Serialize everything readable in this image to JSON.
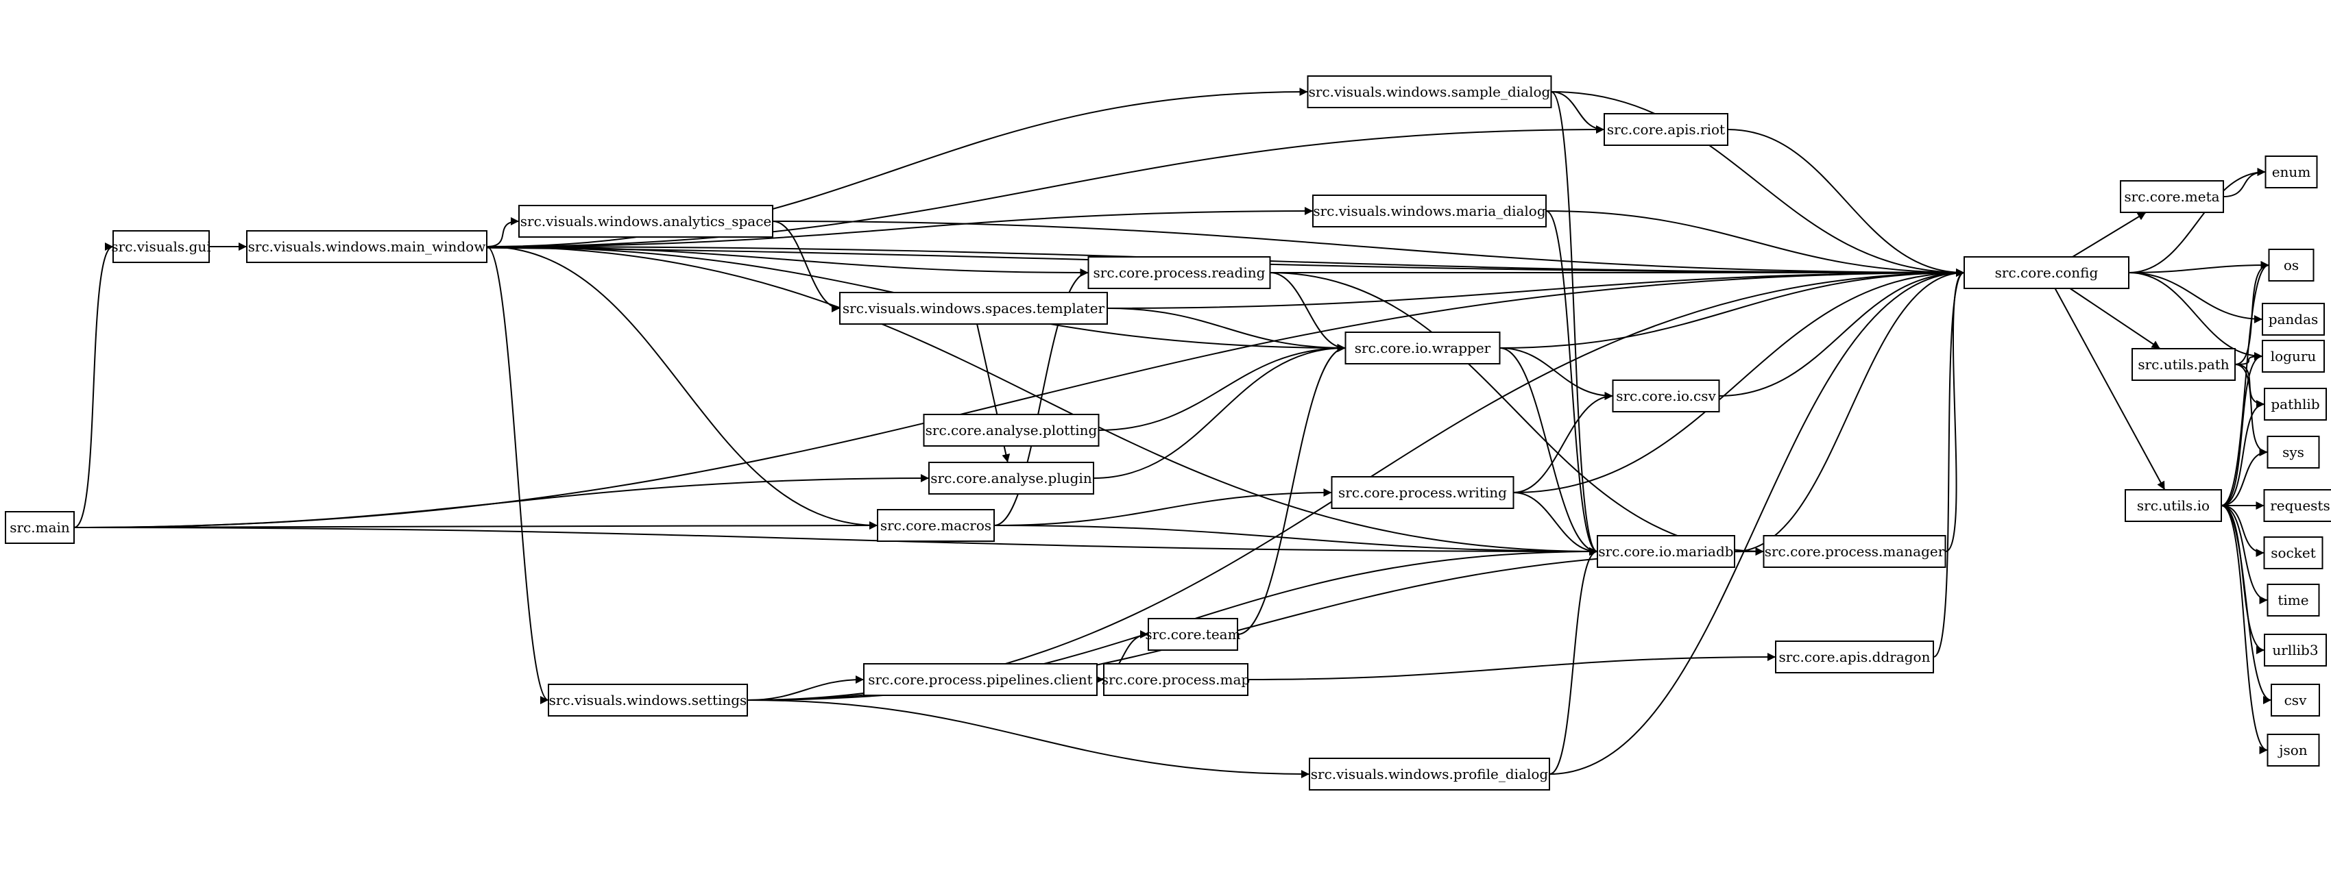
{
  "graph": {
    "nodes": [
      {
        "id": "main",
        "label": "src.main"
      },
      {
        "id": "gui",
        "label": "src.visuals.gui"
      },
      {
        "id": "main_window",
        "label": "src.visuals.windows.main_window"
      },
      {
        "id": "analytics_space",
        "label": "src.visuals.windows.analytics_space"
      },
      {
        "id": "sample_dialog",
        "label": "src.visuals.windows.sample_dialog"
      },
      {
        "id": "maria_dialog",
        "label": "src.visuals.windows.maria_dialog"
      },
      {
        "id": "templater",
        "label": "src.visuals.windows.spaces.templater"
      },
      {
        "id": "settings",
        "label": "src.visuals.windows.settings"
      },
      {
        "id": "profile_dialog",
        "label": "src.visuals.windows.profile_dialog"
      },
      {
        "id": "reading",
        "label": "src.core.process.reading"
      },
      {
        "id": "plotting",
        "label": "src.core.analyse.plotting"
      },
      {
        "id": "plugin",
        "label": "src.core.analyse.plugin"
      },
      {
        "id": "macros",
        "label": "src.core.macros"
      },
      {
        "id": "wrapper",
        "label": "src.core.io.wrapper"
      },
      {
        "id": "writing",
        "label": "src.core.process.writing"
      },
      {
        "id": "team",
        "label": "src.core.team"
      },
      {
        "id": "pipelines_client",
        "label": "src.core.process.pipelines.client"
      },
      {
        "id": "process_map",
        "label": "src.core.process.map"
      },
      {
        "id": "riot",
        "label": "src.core.apis.riot"
      },
      {
        "id": "csvmod",
        "label": "src.core.io.csv"
      },
      {
        "id": "mariadb",
        "label": "src.core.io.mariadb"
      },
      {
        "id": "manager",
        "label": "src.core.process.manager"
      },
      {
        "id": "ddragon",
        "label": "src.core.apis.ddragon"
      },
      {
        "id": "config",
        "label": "src.core.config"
      },
      {
        "id": "meta",
        "label": "src.core.meta"
      },
      {
        "id": "upath",
        "label": "src.utils.path"
      },
      {
        "id": "uio",
        "label": "src.utils.io"
      },
      {
        "id": "enum",
        "label": "enum"
      },
      {
        "id": "os",
        "label": "os"
      },
      {
        "id": "pandas",
        "label": "pandas"
      },
      {
        "id": "loguru",
        "label": "loguru"
      },
      {
        "id": "pathlib",
        "label": "pathlib"
      },
      {
        "id": "sys",
        "label": "sys"
      },
      {
        "id": "requests",
        "label": "requests"
      },
      {
        "id": "socket",
        "label": "socket"
      },
      {
        "id": "time",
        "label": "time"
      },
      {
        "id": "urllib3",
        "label": "urllib3"
      },
      {
        "id": "csvlib",
        "label": "csv"
      },
      {
        "id": "json",
        "label": "json"
      }
    ],
    "edges": [
      {
        "from": "main",
        "to": "gui"
      },
      {
        "from": "main",
        "to": "config"
      },
      {
        "from": "main",
        "to": "plugin"
      },
      {
        "from": "main",
        "to": "macros"
      },
      {
        "from": "main",
        "to": "mariadb"
      },
      {
        "from": "gui",
        "to": "main_window"
      },
      {
        "from": "gui",
        "to": "config"
      },
      {
        "from": "main_window",
        "to": "sample_dialog"
      },
      {
        "from": "main_window",
        "to": "riot"
      },
      {
        "from": "main_window",
        "to": "config"
      },
      {
        "from": "main_window",
        "to": "maria_dialog"
      },
      {
        "from": "main_window",
        "to": "analytics_space"
      },
      {
        "from": "main_window",
        "to": "reading"
      },
      {
        "from": "main_window",
        "to": "wrapper"
      },
      {
        "from": "main_window",
        "to": "macros"
      },
      {
        "from": "main_window",
        "to": "mariadb"
      },
      {
        "from": "main_window",
        "to": "settings"
      },
      {
        "from": "sample_dialog",
        "to": "config"
      },
      {
        "from": "sample_dialog",
        "to": "riot"
      },
      {
        "from": "sample_dialog",
        "to": "mariadb"
      },
      {
        "from": "riot",
        "to": "config"
      },
      {
        "from": "maria_dialog",
        "to": "config"
      },
      {
        "from": "maria_dialog",
        "to": "mariadb"
      },
      {
        "from": "analytics_space",
        "to": "config"
      },
      {
        "from": "analytics_space",
        "to": "templater"
      },
      {
        "from": "templater",
        "to": "config"
      },
      {
        "from": "templater",
        "to": "wrapper"
      },
      {
        "from": "templater",
        "to": "plugin"
      },
      {
        "from": "reading",
        "to": "config"
      },
      {
        "from": "reading",
        "to": "wrapper"
      },
      {
        "from": "reading",
        "to": "manager"
      },
      {
        "from": "plotting",
        "to": "wrapper"
      },
      {
        "from": "plugin",
        "to": "wrapper"
      },
      {
        "from": "macros",
        "to": "reading"
      },
      {
        "from": "macros",
        "to": "writing"
      },
      {
        "from": "macros",
        "to": "mariadb"
      },
      {
        "from": "wrapper",
        "to": "config"
      },
      {
        "from": "wrapper",
        "to": "csvmod"
      },
      {
        "from": "wrapper",
        "to": "mariadb"
      },
      {
        "from": "writing",
        "to": "csvmod"
      },
      {
        "from": "writing",
        "to": "config"
      },
      {
        "from": "writing",
        "to": "mariadb"
      },
      {
        "from": "csvmod",
        "to": "config"
      },
      {
        "from": "mariadb",
        "to": "config"
      },
      {
        "from": "mariadb",
        "to": "manager"
      },
      {
        "from": "manager",
        "to": "config"
      },
      {
        "from": "team",
        "to": "wrapper"
      },
      {
        "from": "settings",
        "to": "manager"
      },
      {
        "from": "settings",
        "to": "pipelines_client"
      },
      {
        "from": "settings",
        "to": "mariadb"
      },
      {
        "from": "settings",
        "to": "profile_dialog"
      },
      {
        "from": "settings",
        "to": "config"
      },
      {
        "from": "pipelines_client",
        "to": "team"
      },
      {
        "from": "pipelines_client",
        "to": "process_map"
      },
      {
        "from": "process_map",
        "to": "ddragon"
      },
      {
        "from": "ddragon",
        "to": "config"
      },
      {
        "from": "profile_dialog",
        "to": "mariadb"
      },
      {
        "from": "profile_dialog",
        "to": "config"
      },
      {
        "from": "config",
        "to": "enum"
      },
      {
        "from": "config",
        "to": "meta"
      },
      {
        "from": "config",
        "to": "os"
      },
      {
        "from": "config",
        "to": "pandas"
      },
      {
        "from": "config",
        "to": "loguru"
      },
      {
        "from": "config",
        "to": "upath"
      },
      {
        "from": "config",
        "to": "uio"
      },
      {
        "from": "meta",
        "to": "enum"
      },
      {
        "from": "upath",
        "to": "os"
      },
      {
        "from": "upath",
        "to": "loguru"
      },
      {
        "from": "upath",
        "to": "pathlib"
      },
      {
        "from": "upath",
        "to": "sys"
      },
      {
        "from": "uio",
        "to": "os"
      },
      {
        "from": "uio",
        "to": "loguru"
      },
      {
        "from": "uio",
        "to": "pathlib"
      },
      {
        "from": "uio",
        "to": "sys"
      },
      {
        "from": "uio",
        "to": "requests"
      },
      {
        "from": "uio",
        "to": "socket"
      },
      {
        "from": "uio",
        "to": "time"
      },
      {
        "from": "uio",
        "to": "urllib3"
      },
      {
        "from": "uio",
        "to": "csvlib"
      },
      {
        "from": "uio",
        "to": "json"
      }
    ]
  }
}
